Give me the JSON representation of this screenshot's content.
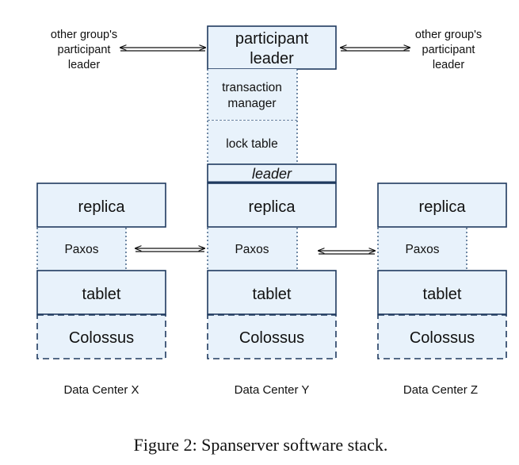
{
  "diagram": {
    "side_label": [
      "other group's",
      "participant",
      "leader"
    ],
    "participant_leader": [
      "participant",
      "leader"
    ],
    "transaction_manager": [
      "transaction",
      "manager"
    ],
    "lock_table": "lock table",
    "leader": "leader",
    "replica": "replica",
    "paxos": "Paxos",
    "tablet": "tablet",
    "colossus": "Colossus",
    "datacenters": [
      "Data Center X",
      "Data Center Y",
      "Data Center Z"
    ]
  },
  "caption": "Figure 2: Spanserver software stack.",
  "colors": {
    "box_fill": "#e8f2fb",
    "box_stroke": "#1f3a5f",
    "dotted": "#3a5a80",
    "text": "#111111"
  }
}
